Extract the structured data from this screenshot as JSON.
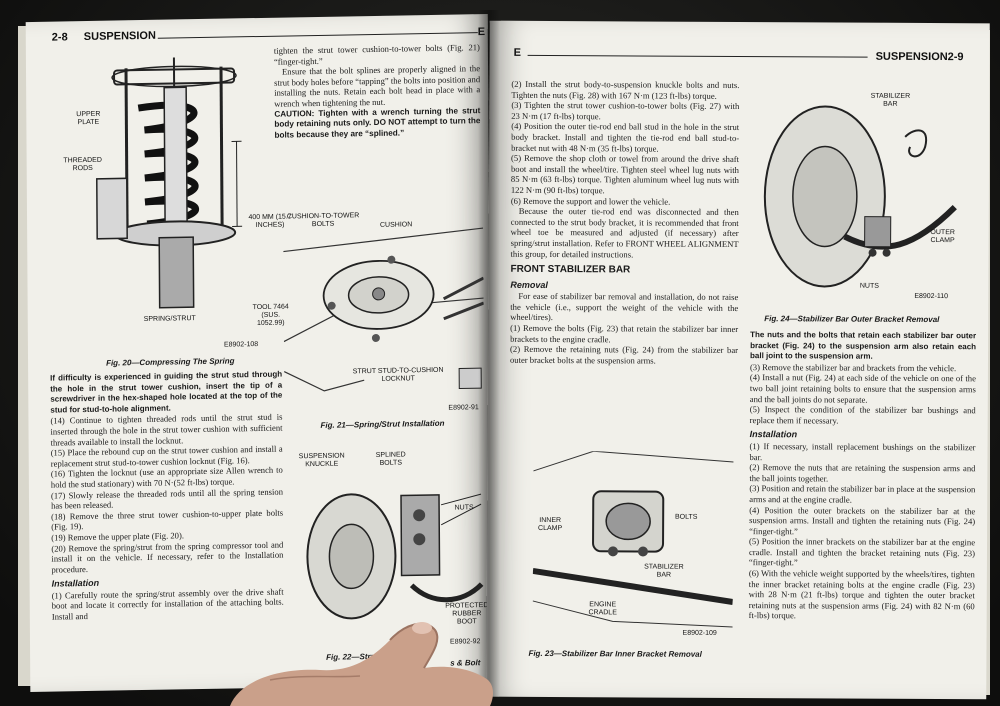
{
  "left_page": {
    "page_number": "2-8",
    "section_title": "SUSPENSION",
    "edge_letter": "E",
    "fig20": {
      "labels": {
        "upper_plate": "UPPER PLATE",
        "threaded_rods": "THREADED RODS",
        "dimension": "400 MM (15.7 INCHES)",
        "spring_strut": "SPRING/STRUT",
        "tool": "TOOL 7464 (SUS. 1052.99)"
      },
      "code": "E8902-108",
      "caption": "Fig. 20—Compressing The Spring"
    },
    "col1": {
      "bold_note": "If difficulty is experienced in guiding the strut stud through the hole in the strut tower cushion, insert the tip of a screwdriver in the hex-shaped hole located at the top of the stud for stud-to-hole alignment.",
      "steps": [
        "(14) Continue to tighten threaded rods until the strut stud is inserted through the hole in the strut tower cushion with sufficient threads available to install the locknut.",
        "(15) Place the rebound cup on the strut tower cushion and install a replacement strut stud-to-tower cushion locknut (Fig. 16).",
        "(16) Tighten the locknut (use an appropriate size Allen wrench to hold the stud stationary) with 70 N·(52 ft-lbs) torque.",
        "(17) Slowly release the threaded rods until all the spring tension has been released.",
        "(18) Remove the three strut tower cushion-to-upper plate bolts (Fig. 19).",
        "(19) Remove the upper plate (Fig. 20).",
        "(20) Remove the spring/strut from the spring compressor tool and install it on the vehicle. If necessary, refer to the Installation procedure."
      ],
      "installation_heading": "Installation",
      "installation_text": "(1) Carefully route the spring/strut assembly over the drive shaft boot and locate it correctly for installation of the attaching bolts. Install and"
    },
    "col2": {
      "text1": "tighten the strut tower cushion-to-tower bolts (Fig. 21) “finger-tight.”",
      "text2": "Ensure that the bolt splines are properly aligned in the strut body holes before “tapping” the bolts into position and installing the nuts. Retain each bolt head in place with a wrench when tightening the nut.",
      "caution": "CAUTION: Tighten with a wrench turning the strut body retaining nuts only. DO NOT attempt to turn the bolts because they are “splined.”"
    },
    "fig21": {
      "labels": {
        "cushion_bolts": "CUSHION-TO-TOWER BOLTS",
        "cushion": "CUSHION",
        "locknut": "STRUT STUD-TO-CUSHION LOCKNUT"
      },
      "code": "E8902-91",
      "caption": "Fig. 21—Spring/Strut Installation"
    },
    "fig22": {
      "labels": {
        "knuckle": "SUSPENSION KNUCKLE",
        "splined_bolts": "SPLINED BOLTS",
        "nuts": "NUTS",
        "boot": "PROTECTED RUBBER BOOT"
      },
      "code": "E8902-92",
      "caption_left": "Fig. 22—Strut Body-",
      "caption_right": "s & Bolt"
    }
  },
  "right_page": {
    "page_number": "2-9",
    "section_title": "SUSPENSION",
    "edge_letter": "E",
    "col1": {
      "steps": [
        "(2) Install the strut body-to-suspension knuckle bolts and nuts. Tighten the nuts (Fig. 28) with 167 N·m (123 ft-lbs) torque.",
        "(3) Tighten the strut tower cushion-to-tower bolts (Fig. 27) with 23 N·m (17 ft-lbs) torque.",
        "(4) Position the outer tie-rod end ball stud in the hole in the strut body bracket. Install and tighten the tie-rod end ball stud-to-bracket nut with 48 N·m (35 ft-lbs) torque.",
        "(5) Remove the shop cloth or towel from around the drive shaft boot and install the wheel/tire. Tighten steel wheel lug nuts with 85 N·m (63 ft-lbs) torque. Tighten aluminum wheel lug nuts with 122 N·m (90 ft-lbs) torque.",
        "(6) Remove the support and lower the vehicle.",
        "Because the outer tie-rod end was disconnected and then connected to the strut body bracket, it is recommended that front wheel toe be measured and adjusted (if necessary) after spring/strut installation. Refer to FRONT WHEEL ALIGNMENT this group, for detailed instructions."
      ],
      "section_heading": "FRONT STABILIZER BAR",
      "removal_heading": "Removal",
      "removal_steps": [
        "For ease of stabilizer bar removal and installation, do not raise the vehicle (i.e., support the weight of the vehicle with the wheel/tires).",
        "(1) Remove the bolts (Fig. 23) that retain the stabilizer bar inner brackets to the engine cradle.",
        "(2) Remove the retaining nuts (Fig. 24) from the stabilizer bar outer bracket bolts at the suspension arms."
      ]
    },
    "fig23": {
      "labels": {
        "inner_clamp": "INNER CLAMP",
        "bolts": "BOLTS",
        "stabilizer_bar": "STABILIZER BAR",
        "engine_cradle": "ENGINE CRADLE"
      },
      "code": "E8902-109",
      "caption": "Fig. 23—Stabilizer Bar Inner Bracket Removal"
    },
    "fig24": {
      "labels": {
        "stabilizer_bar": "STABILIZER BAR",
        "outer_clamp": "OUTER CLAMP",
        "nuts": "NUTS"
      },
      "code": "E8902-110",
      "caption": "Fig. 24—Stabilizer Bar Outer Bracket Removal"
    },
    "col2": {
      "bold_note": "The nuts and the bolts that retain each stabilizer bar outer bracket (Fig. 24) to the suspension arm also retain each ball joint to the suspension arm.",
      "steps_a": [
        "(3) Remove the stabilizer bar and brackets from the vehicle.",
        "(4) Install a nut (Fig. 24) at each side of the vehicle on one of the two ball joint retaining bolts to ensure that the suspension arms and the ball joints do not separate.",
        "(5) Inspect the condition of the stabilizer bar bushings and replace them if necessary."
      ],
      "installation_heading": "Installation",
      "steps_b": [
        "(1) If necessary, install replacement bushings on the stabilizer bar.",
        "(2) Remove the nuts that are retaining the suspension arms and the ball joints together.",
        "(3) Position and retain the stabilizer bar in place at the suspension arms and at the engine cradle.",
        "(4) Position the outer brackets on the stabilizer bar at the suspension arms. Install and tighten the retaining nuts (Fig. 24) “finger-tight.”",
        "(5) Position the inner brackets on the stabilizer bar at the engine cradle. Install and tighten the bracket retaining nuts (Fig. 23) “finger-tight.”",
        "(6) With the vehicle weight supported by the wheels/tires, tighten the inner bracket retaining bolts at the engine cradle (Fig. 23) with 28 N·m (21 ft-lbs) torque and tighten the outer bracket retaining nuts at the suspension arms (Fig. 24) with 82 N·m (60 ft-lbs) torque."
      ]
    }
  },
  "colors": {
    "paper": "#f1f0ea",
    "ink": "#1a1a1a",
    "background": "#121211"
  }
}
